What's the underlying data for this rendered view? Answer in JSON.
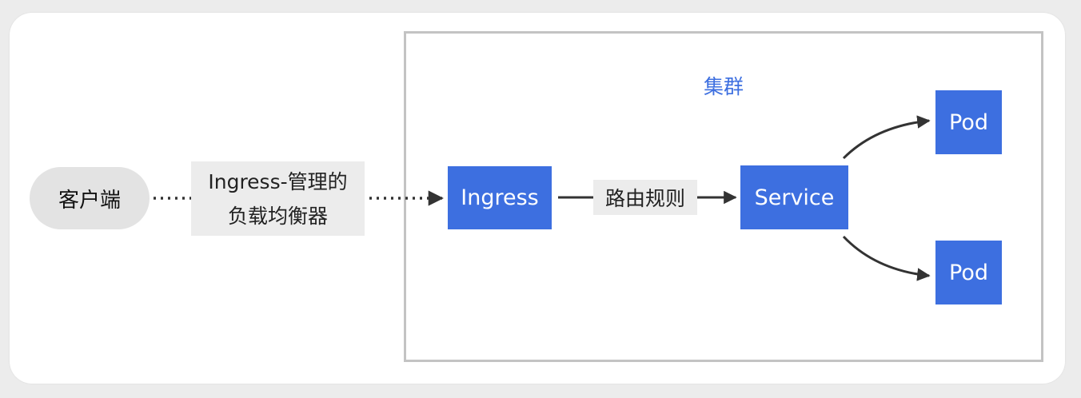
{
  "cluster": {
    "title": "集群"
  },
  "client": {
    "label": "客户端"
  },
  "load_balancer": {
    "line1": "Ingress-管理的",
    "line2": "负载均衡器"
  },
  "nodes": {
    "ingress": "Ingress",
    "service": "Service",
    "pod_top": "Pod",
    "pod_bottom": "Pod"
  },
  "route": {
    "label": "路由规则"
  },
  "colors": {
    "node_fill": "#3d6fe0",
    "cluster_title": "#3d6fe0",
    "client_fill": "#e3e3e3",
    "arrow": "#333333"
  }
}
